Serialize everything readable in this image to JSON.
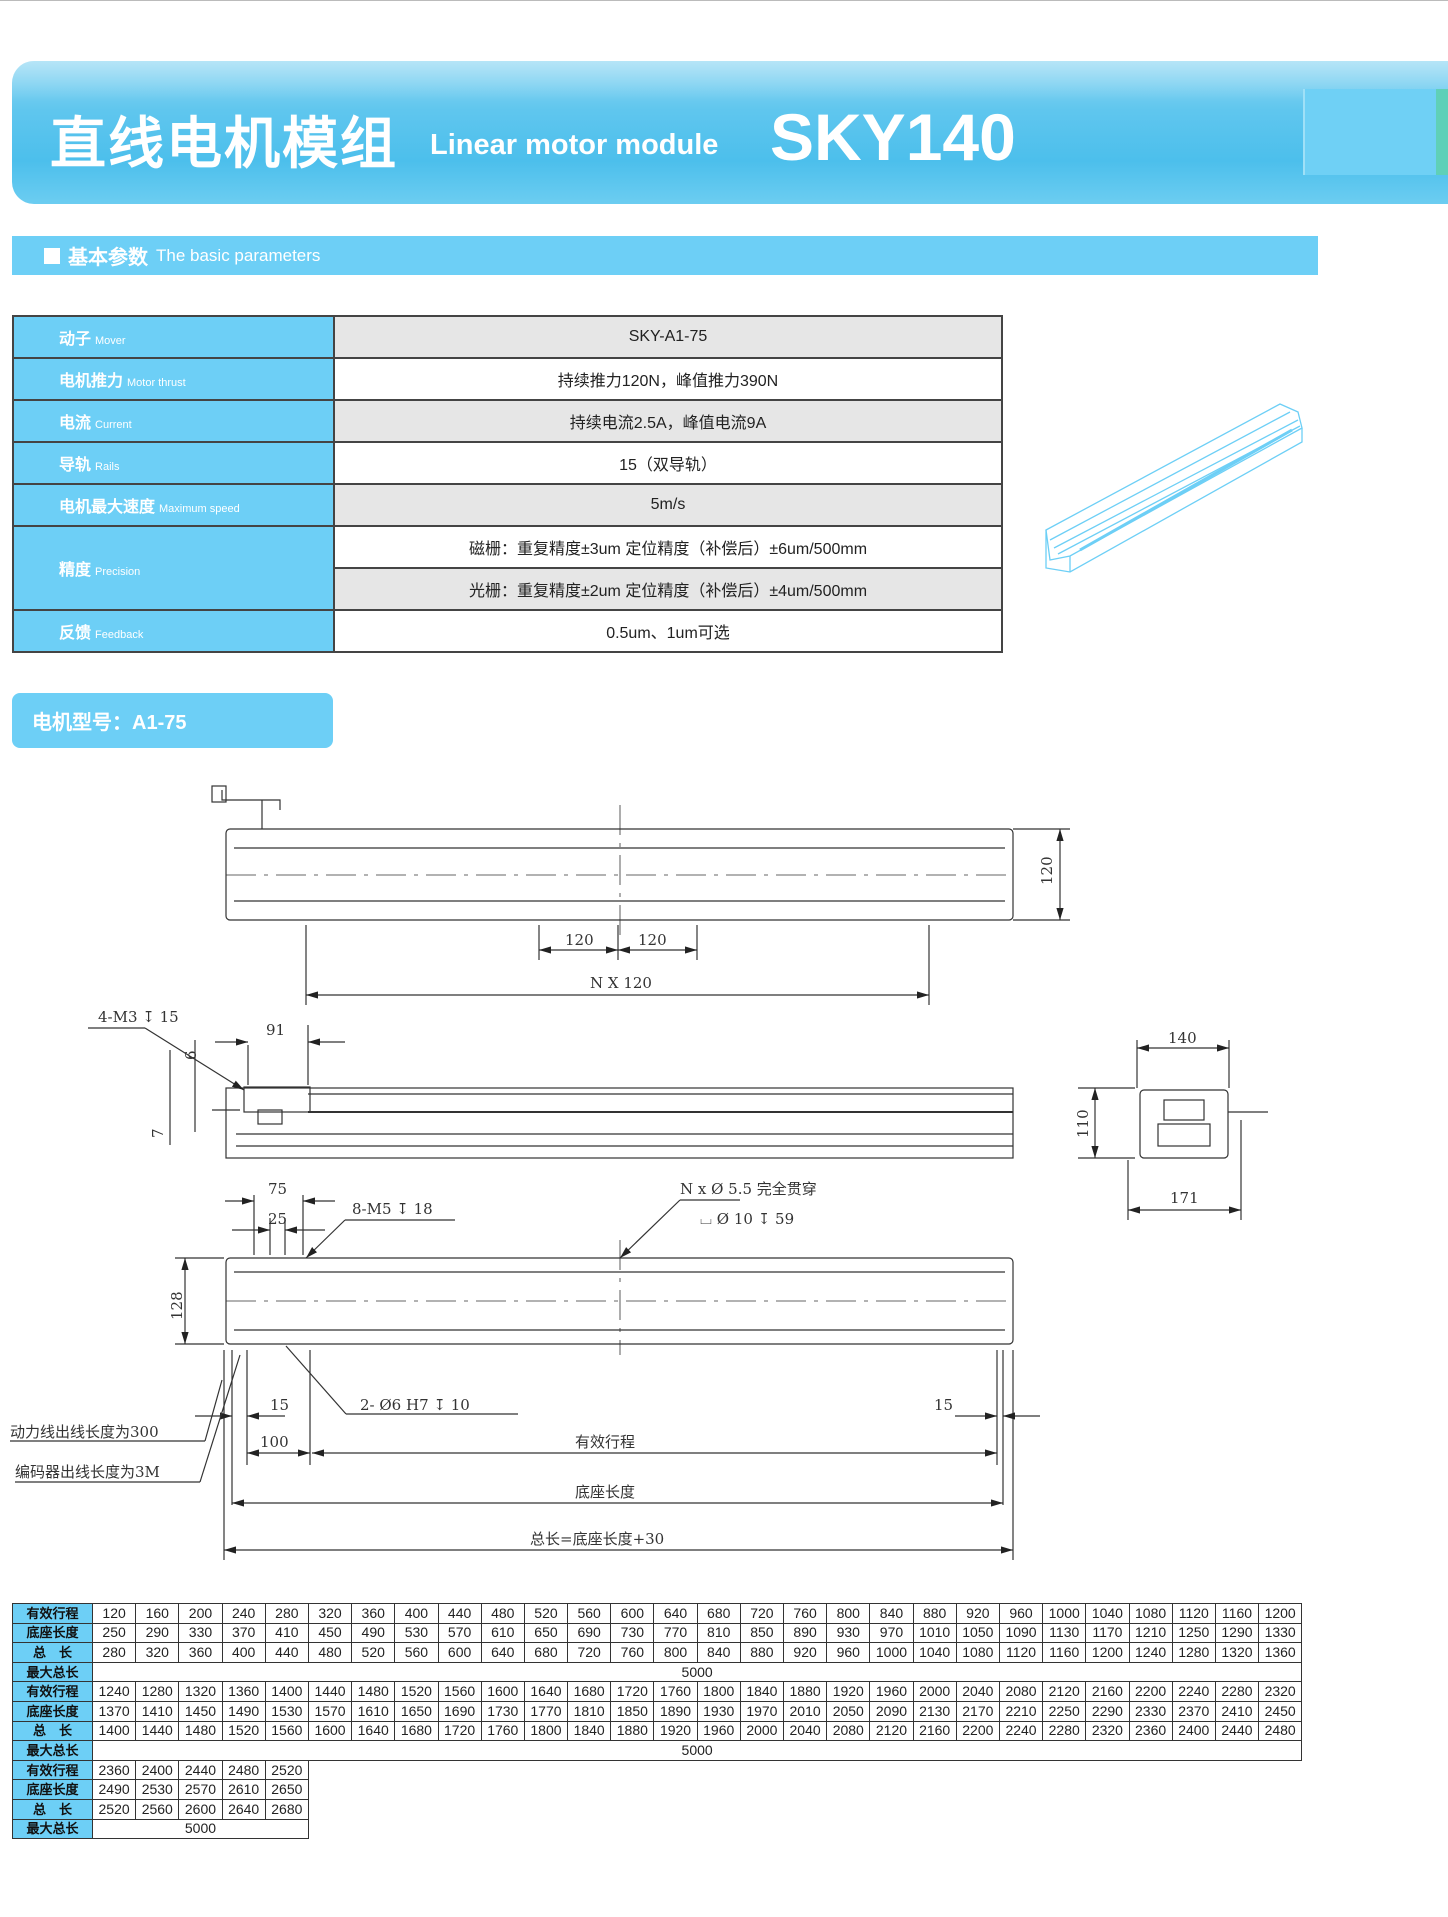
{
  "header": {
    "title_cn": "直线电机模组",
    "title_en": "Linear motor module",
    "model": "SKY140"
  },
  "section": {
    "title_cn": "基本参数",
    "title_en": "The basic parameters"
  },
  "params": [
    {
      "label_cn": "动子",
      "label_en": "Mover",
      "value": "SKY-A1-75"
    },
    {
      "label_cn": "电机推力",
      "label_en": "Motor thrust",
      "value": "持续推力120N，峰值推力390N"
    },
    {
      "label_cn": "电流",
      "label_en": "Current",
      "value": "持续电流2.5A，峰值电流9A"
    },
    {
      "label_cn": "导轨",
      "label_en": "Rails",
      "value": "15（双导轨）"
    },
    {
      "label_cn": "电机最大速度",
      "label_en": "Maximum speed",
      "value": "5m/s"
    },
    {
      "label_cn": "精度",
      "label_en": "Precision",
      "value": "磁栅：重复精度±3um  定位精度（补偿后）±6um/500mm",
      "value2": "光栅：重复精度±2um  定位精度（补偿后）±4um/500mm"
    },
    {
      "label_cn": "反馈",
      "label_en": "Feedback",
      "value": "0.5um、1um可选"
    }
  ],
  "motor_model": "电机型号：A1-75",
  "drawing": {
    "top_height": "120",
    "pitch_a": "120",
    "pitch_b": "120",
    "pitch_n": "N X 120",
    "side_holes": "4-M3 ↧ 15",
    "side_91": "91",
    "side_6": "6",
    "side_7": "7",
    "end_140": "140",
    "end_110": "110",
    "end_171": "171",
    "bot_75": "75",
    "bot_25": "25",
    "bot_holes": "8-M5 ↧ 18",
    "bot_through": "N x Ø 5.5 完全贯穿",
    "bot_cbore": "⌴ Ø 10 ↧ 59",
    "bot_128": "128",
    "pin": "2- Ø6 H7 ↧ 10",
    "left_15": "15",
    "right_15": "15",
    "dim_100": "100",
    "power_cable": "动力线出线长度为300",
    "encoder_cable": "编码器出线长度为3M",
    "stroke": "有效行程",
    "base_len": "底座长度",
    "total_len": "总长=底座长度+30"
  },
  "spec_table": {
    "row_labels": [
      "有效行程",
      "底座长度",
      "总　长",
      "最大总长"
    ],
    "blocks": [
      {
        "stroke": [
          120,
          160,
          200,
          240,
          280,
          320,
          360,
          400,
          440,
          480,
          520,
          560,
          600,
          640,
          680,
          720,
          760,
          800,
          840,
          880,
          920,
          960,
          1000,
          1040,
          1080,
          1120,
          1160,
          1200
        ],
        "base": [
          250,
          290,
          330,
          370,
          410,
          450,
          490,
          530,
          570,
          610,
          650,
          690,
          730,
          770,
          810,
          850,
          890,
          930,
          970,
          1010,
          1050,
          1090,
          1130,
          1170,
          1210,
          1250,
          1290,
          1330
        ],
        "total": [
          280,
          320,
          360,
          400,
          440,
          480,
          520,
          560,
          600,
          640,
          680,
          720,
          760,
          800,
          840,
          880,
          920,
          960,
          1000,
          1040,
          1080,
          1120,
          1160,
          1200,
          1240,
          1280,
          1320,
          1360
        ],
        "max": "5000"
      },
      {
        "stroke": [
          1240,
          1280,
          1320,
          1360,
          1400,
          1440,
          1480,
          1520,
          1560,
          1600,
          1640,
          1680,
          1720,
          1760,
          1800,
          1840,
          1880,
          1920,
          1960,
          2000,
          2040,
          2080,
          2120,
          2160,
          2200,
          2240,
          2280,
          2320
        ],
        "base": [
          1370,
          1410,
          1450,
          1490,
          1530,
          1570,
          1610,
          1650,
          1690,
          1730,
          1770,
          1810,
          1850,
          1890,
          1930,
          1970,
          2010,
          2050,
          2090,
          2130,
          2170,
          2210,
          2250,
          2290,
          2330,
          2370,
          2410,
          2450
        ],
        "total": [
          1400,
          1440,
          1480,
          1520,
          1560,
          1600,
          1640,
          1680,
          1720,
          1760,
          1800,
          1840,
          1880,
          1920,
          1960,
          2000,
          2040,
          2080,
          2120,
          2160,
          2200,
          2240,
          2280,
          2320,
          2360,
          2400,
          2440,
          2480
        ],
        "max": "5000"
      },
      {
        "stroke": [
          2360,
          2400,
          2440,
          2480,
          2520
        ],
        "base": [
          2490,
          2530,
          2570,
          2610,
          2650
        ],
        "total": [
          2520,
          2560,
          2600,
          2640,
          2680
        ],
        "max": "5000"
      }
    ]
  },
  "colors": {
    "accent": "#6dcff6",
    "row_alt": "#e6e6e6"
  }
}
